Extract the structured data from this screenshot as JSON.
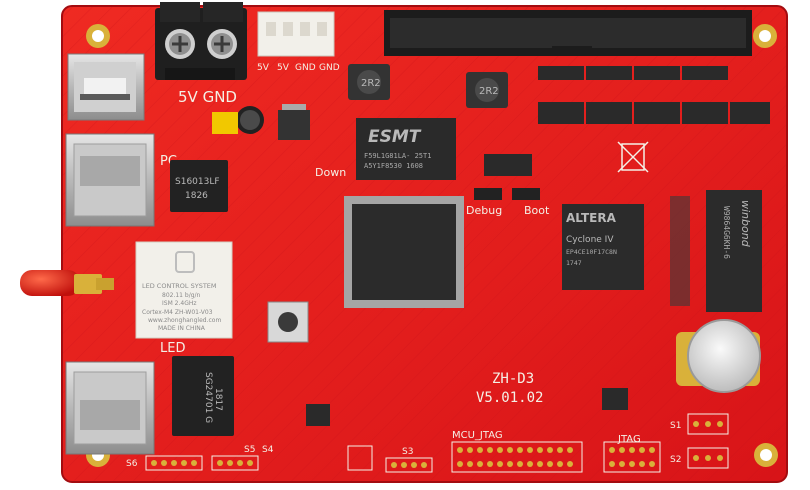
{
  "board": {
    "power_label": "5V  GND",
    "header_labels": [
      "5V",
      "5V",
      "GND",
      "GND"
    ],
    "left_labels": {
      "pc": "PC",
      "led": "LED"
    },
    "model": "ZH-D3",
    "version": "V5.01.02",
    "buttons": {
      "down": "Down",
      "debug": "Debug",
      "boot": "Boot"
    },
    "headers": {
      "s1": "S1",
      "s2": "S2",
      "s3": "S3",
      "s4": "S4",
      "s5": "S5",
      "s6": "S6",
      "mcu_jtag": "MCU_JTAG",
      "jtag": "JTAG"
    }
  },
  "chips": {
    "esmt": {
      "brand": "ESMT",
      "line1": "F59L1G81LA-  25T1",
      "line2": "A5Y1F8530     1608"
    },
    "fpga": {
      "brand": "ALTERA",
      "line1": "Cyclone IV",
      "line2": "EP4CE10F17C8N",
      "line3": "1747"
    },
    "sdram": {
      "brand": "winbond",
      "line1": "W9864G6KH-6"
    },
    "cpu_marking": "",
    "transformer_top": {
      "line1": "S16013LF",
      "line2": "1826"
    },
    "transformer_bottom": {
      "line1": "SG24701 G",
      "line2": "1817"
    }
  },
  "inductors": [
    "2R2",
    "2R2"
  ],
  "wifi_module": {
    "title": "LED CONTROL SYSTEM",
    "line1": "802.11 b/g/n",
    "line2": "ISM 2.4GHz",
    "line3": "Cortex-M4  ZH-W01-V03",
    "line4": "www.zhonghangled.com",
    "line5": "MADE IN CHINA"
  },
  "colors": {
    "pcb": "#e4141a",
    "pcb_dark": "#b00c10",
    "silkscreen": "#f4f0e6",
    "chip": "#2a2a2a",
    "gold": "#d9b13a"
  }
}
